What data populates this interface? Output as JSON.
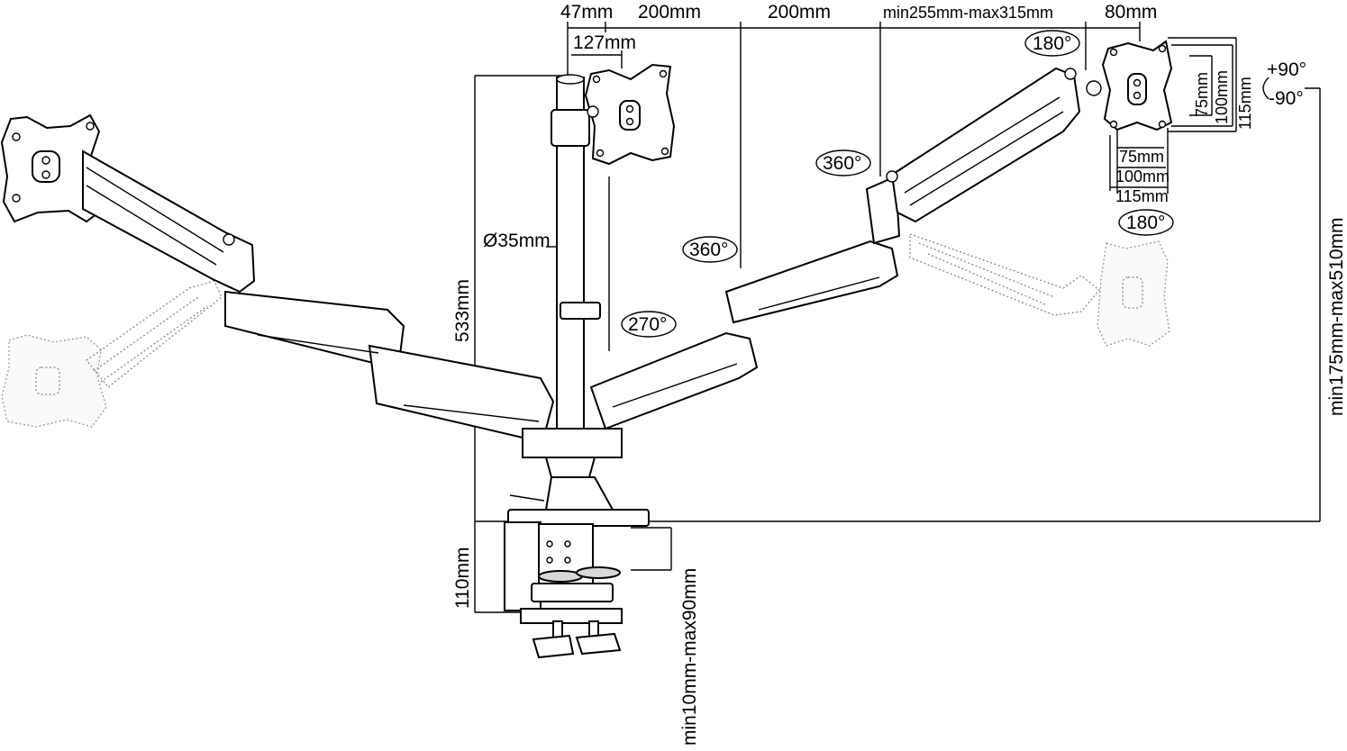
{
  "dimensions": {
    "top_47": "47mm",
    "top_200_a": "200mm",
    "top_200_b": "200mm",
    "top_min_max": "min255mm-max315mm",
    "top_80": "80mm",
    "vesa_127": "127mm",
    "pole_diameter": "Ø35mm",
    "pole_height": "533mm",
    "clamp_height": "110mm",
    "desk_range": "min10mm-max90mm",
    "height_range": "min175mm-max510mm",
    "vesa_v_75": "75mm",
    "vesa_v_100": "100mm",
    "vesa_v_115": "115mm",
    "vesa_h_75": "75mm",
    "vesa_h_100": "100mm",
    "vesa_h_115": "115mm"
  },
  "angles": {
    "swivel_top": "180°",
    "swivel_bottom": "180°",
    "arm_right": "360°",
    "arm_center": "360°",
    "pole_rotation": "270°",
    "tilt_up": "+90°",
    "tilt_down": "-90°"
  }
}
